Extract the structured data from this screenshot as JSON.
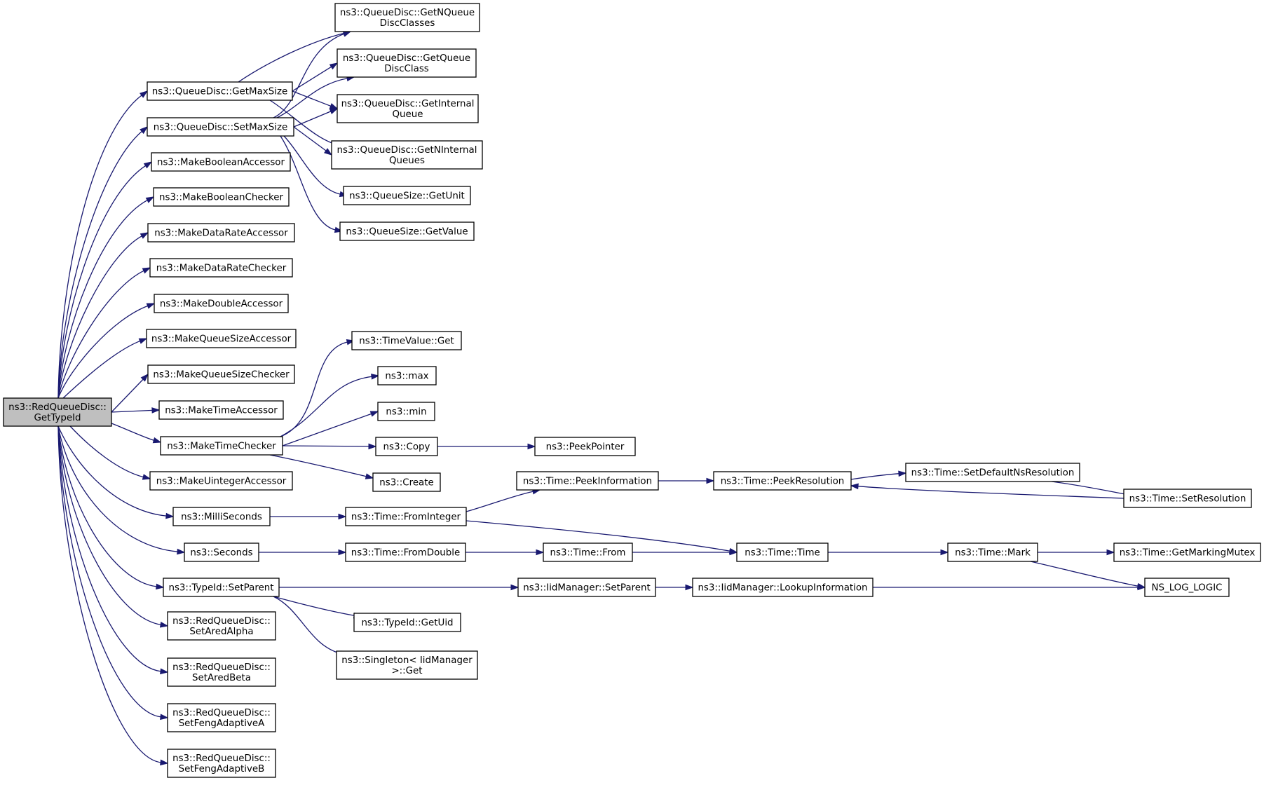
{
  "nodes": [
    {
      "id": "root",
      "lines": [
        "ns3::RedQueueDisc::",
        "GetTypeId"
      ],
      "root": true
    },
    {
      "id": "qd_getmaxsize",
      "lines": [
        "ns3::QueueDisc::GetMaxSize"
      ]
    },
    {
      "id": "qd_setmaxsize",
      "lines": [
        "ns3::QueueDisc::SetMaxSize"
      ]
    },
    {
      "id": "mk_bool_acc",
      "lines": [
        "ns3::MakeBooleanAccessor"
      ]
    },
    {
      "id": "mk_bool_chk",
      "lines": [
        "ns3::MakeBooleanChecker"
      ]
    },
    {
      "id": "mk_dr_acc",
      "lines": [
        "ns3::MakeDataRateAccessor"
      ]
    },
    {
      "id": "mk_dr_chk",
      "lines": [
        "ns3::MakeDataRateChecker"
      ]
    },
    {
      "id": "mk_dbl_acc",
      "lines": [
        "ns3::MakeDoubleAccessor"
      ]
    },
    {
      "id": "mk_qs_acc",
      "lines": [
        "ns3::MakeQueueSizeAccessor"
      ]
    },
    {
      "id": "mk_qs_chk",
      "lines": [
        "ns3::MakeQueueSizeChecker"
      ]
    },
    {
      "id": "mk_time_acc",
      "lines": [
        "ns3::MakeTimeAccessor"
      ]
    },
    {
      "id": "mk_time_chk",
      "lines": [
        "ns3::MakeTimeChecker"
      ]
    },
    {
      "id": "mk_uint_acc",
      "lines": [
        "ns3::MakeUintegerAccessor"
      ]
    },
    {
      "id": "millis",
      "lines": [
        "ns3::MilliSeconds"
      ]
    },
    {
      "id": "seconds",
      "lines": [
        "ns3::Seconds"
      ]
    },
    {
      "id": "tid_setparent",
      "lines": [
        "ns3::TypeId::SetParent"
      ]
    },
    {
      "id": "set_ared_alpha",
      "lines": [
        "ns3::RedQueueDisc::",
        "SetAredAlpha"
      ]
    },
    {
      "id": "set_ared_beta",
      "lines": [
        "ns3::RedQueueDisc::",
        "SetAredBeta"
      ]
    },
    {
      "id": "set_feng_a",
      "lines": [
        "ns3::RedQueueDisc::",
        "SetFengAdaptiveA"
      ]
    },
    {
      "id": "set_feng_b",
      "lines": [
        "ns3::RedQueueDisc::",
        "SetFengAdaptiveB"
      ]
    },
    {
      "id": "qd_getnqdc",
      "lines": [
        "ns3::QueueDisc::GetNQueue",
        "DiscClasses"
      ]
    },
    {
      "id": "qd_getqdc",
      "lines": [
        "ns3::QueueDisc::GetQueue",
        "DiscClass"
      ]
    },
    {
      "id": "qd_getiq",
      "lines": [
        "ns3::QueueDisc::GetInternal",
        "Queue"
      ]
    },
    {
      "id": "qd_getniq",
      "lines": [
        "ns3::QueueDisc::GetNInternal",
        "Queues"
      ]
    },
    {
      "id": "qs_getunit",
      "lines": [
        "ns3::QueueSize::GetUnit"
      ]
    },
    {
      "id": "qs_getvalue",
      "lines": [
        "ns3::QueueSize::GetValue"
      ]
    },
    {
      "id": "tv_get",
      "lines": [
        "ns3::TimeValue::Get"
      ]
    },
    {
      "id": "max",
      "lines": [
        "ns3::max"
      ]
    },
    {
      "id": "min",
      "lines": [
        "ns3::min"
      ]
    },
    {
      "id": "copy",
      "lines": [
        "ns3::Copy"
      ]
    },
    {
      "id": "create",
      "lines": [
        "ns3::Create"
      ]
    },
    {
      "id": "peekpointer",
      "lines": [
        "ns3::PeekPointer"
      ]
    },
    {
      "id": "t_frominteger",
      "lines": [
        "ns3::Time::FromInteger"
      ]
    },
    {
      "id": "t_fromdouble",
      "lines": [
        "ns3::Time::FromDouble"
      ]
    },
    {
      "id": "t_peekinfo",
      "lines": [
        "ns3::Time::PeekInformation"
      ]
    },
    {
      "id": "t_from",
      "lines": [
        "ns3::Time::From"
      ]
    },
    {
      "id": "t_peekres",
      "lines": [
        "ns3::Time::PeekResolution"
      ]
    },
    {
      "id": "t_time",
      "lines": [
        "ns3::Time::Time"
      ]
    },
    {
      "id": "t_setdefns",
      "lines": [
        "ns3::Time::SetDefaultNsResolution"
      ]
    },
    {
      "id": "t_setres",
      "lines": [
        "ns3::Time::SetResolution"
      ]
    },
    {
      "id": "t_mark",
      "lines": [
        "ns3::Time::Mark"
      ]
    },
    {
      "id": "t_getmutex",
      "lines": [
        "ns3::Time::GetMarkingMutex"
      ]
    },
    {
      "id": "iid_setparent",
      "lines": [
        "ns3::IidManager::SetParent"
      ]
    },
    {
      "id": "iid_lookup",
      "lines": [
        "ns3::IidManager::LookupInformation"
      ]
    },
    {
      "id": "ns_log_logic",
      "lines": [
        "NS_LOG_LOGIC"
      ]
    },
    {
      "id": "tid_getuid",
      "lines": [
        "ns3::TypeId::GetUid"
      ]
    },
    {
      "id": "singleton_get",
      "lines": [
        "ns3::Singleton< IidManager",
        ">::Get"
      ]
    }
  ],
  "edges": [
    [
      "root",
      "qd_getmaxsize"
    ],
    [
      "root",
      "qd_setmaxsize"
    ],
    [
      "root",
      "mk_bool_acc"
    ],
    [
      "root",
      "mk_bool_chk"
    ],
    [
      "root",
      "mk_dr_acc"
    ],
    [
      "root",
      "mk_dr_chk"
    ],
    [
      "root",
      "mk_dbl_acc"
    ],
    [
      "root",
      "mk_qs_acc"
    ],
    [
      "root",
      "mk_qs_chk"
    ],
    [
      "root",
      "mk_time_acc"
    ],
    [
      "root",
      "mk_time_chk"
    ],
    [
      "root",
      "mk_uint_acc"
    ],
    [
      "root",
      "millis"
    ],
    [
      "root",
      "seconds"
    ],
    [
      "root",
      "tid_setparent"
    ],
    [
      "root",
      "set_ared_alpha"
    ],
    [
      "root",
      "set_ared_beta"
    ],
    [
      "root",
      "set_feng_a"
    ],
    [
      "root",
      "set_feng_b"
    ],
    [
      "qd_getmaxsize",
      "qd_getnqdc"
    ],
    [
      "qd_getmaxsize",
      "qd_getqdc"
    ],
    [
      "qd_getmaxsize",
      "qd_getiq"
    ],
    [
      "qd_getmaxsize",
      "qd_getniq"
    ],
    [
      "qd_setmaxsize",
      "qd_getnqdc"
    ],
    [
      "qd_setmaxsize",
      "qd_getqdc"
    ],
    [
      "qd_setmaxsize",
      "qd_getiq"
    ],
    [
      "qd_setmaxsize",
      "qd_getniq"
    ],
    [
      "qd_setmaxsize",
      "qs_getunit"
    ],
    [
      "qd_setmaxsize",
      "qs_getvalue"
    ],
    [
      "mk_time_chk",
      "tv_get"
    ],
    [
      "mk_time_chk",
      "max"
    ],
    [
      "mk_time_chk",
      "min"
    ],
    [
      "mk_time_chk",
      "copy"
    ],
    [
      "mk_time_chk",
      "create"
    ],
    [
      "copy",
      "peekpointer"
    ],
    [
      "millis",
      "t_frominteger"
    ],
    [
      "seconds",
      "t_fromdouble"
    ],
    [
      "t_frominteger",
      "t_peekinfo"
    ],
    [
      "t_frominteger",
      "t_time"
    ],
    [
      "t_fromdouble",
      "t_from"
    ],
    [
      "t_from",
      "t_time"
    ],
    [
      "t_peekinfo",
      "t_peekres"
    ],
    [
      "t_peekres",
      "t_setdefns"
    ],
    [
      "t_setdefns",
      "t_setres"
    ],
    [
      "t_setres",
      "t_peekres"
    ],
    [
      "t_time",
      "t_mark"
    ],
    [
      "t_mark",
      "t_getmutex"
    ],
    [
      "t_mark",
      "ns_log_logic"
    ],
    [
      "tid_setparent",
      "iid_setparent"
    ],
    [
      "tid_setparent",
      "tid_getuid"
    ],
    [
      "tid_setparent",
      "singleton_get"
    ],
    [
      "iid_setparent",
      "iid_lookup"
    ],
    [
      "iid_lookup",
      "ns_log_logic"
    ]
  ]
}
